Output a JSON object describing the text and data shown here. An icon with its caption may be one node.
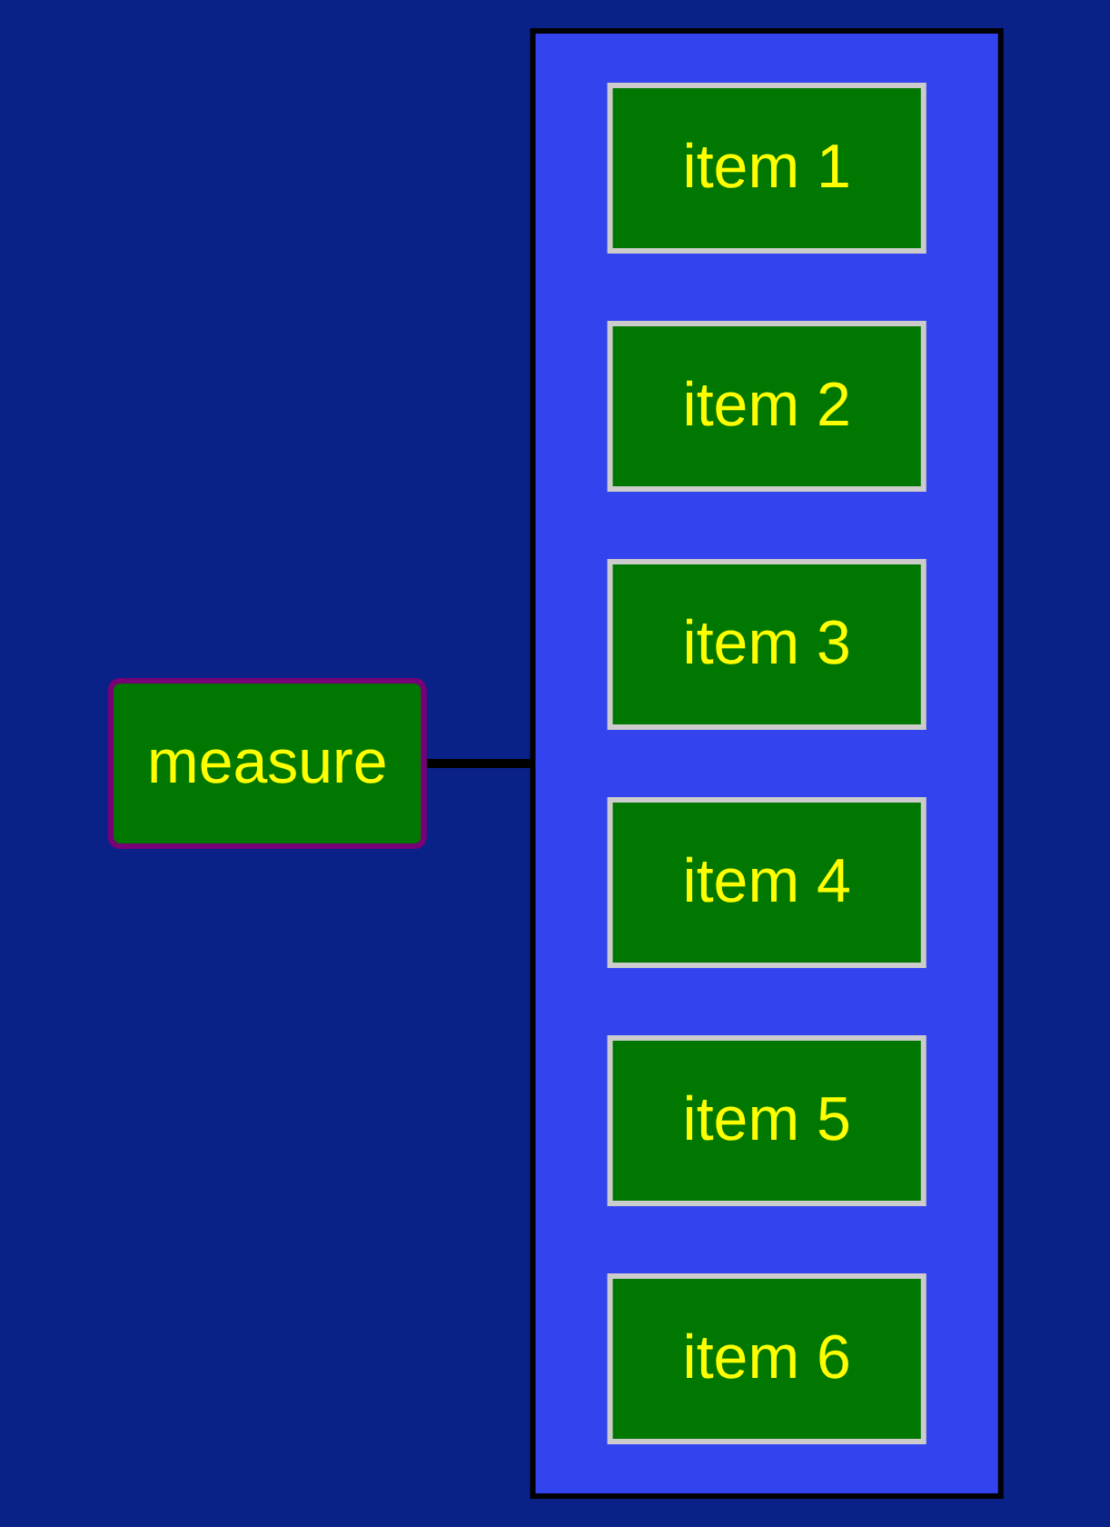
{
  "diagram": {
    "nodes": [
      {
        "text": [
          "measure"
        ]
      },
      {
        "text": [],
        "shape": "box"
      },
      {
        "text": [
          "item 1"
        ],
        "in": 1
      },
      {
        "text": [
          "item 2"
        ],
        "in": 1
      },
      {
        "text": [
          "item 3"
        ],
        "in": 1
      },
      {
        "text": [
          "item 4"
        ],
        "in": 1
      },
      {
        "text": [
          "item 5"
        ],
        "in": 1
      },
      {
        "text": [
          "item 6"
        ],
        "in": 1
      }
    ],
    "edges": [
      {
        "from": 0,
        "to": 1,
        "arrow": "none"
      }
    ]
  }
}
